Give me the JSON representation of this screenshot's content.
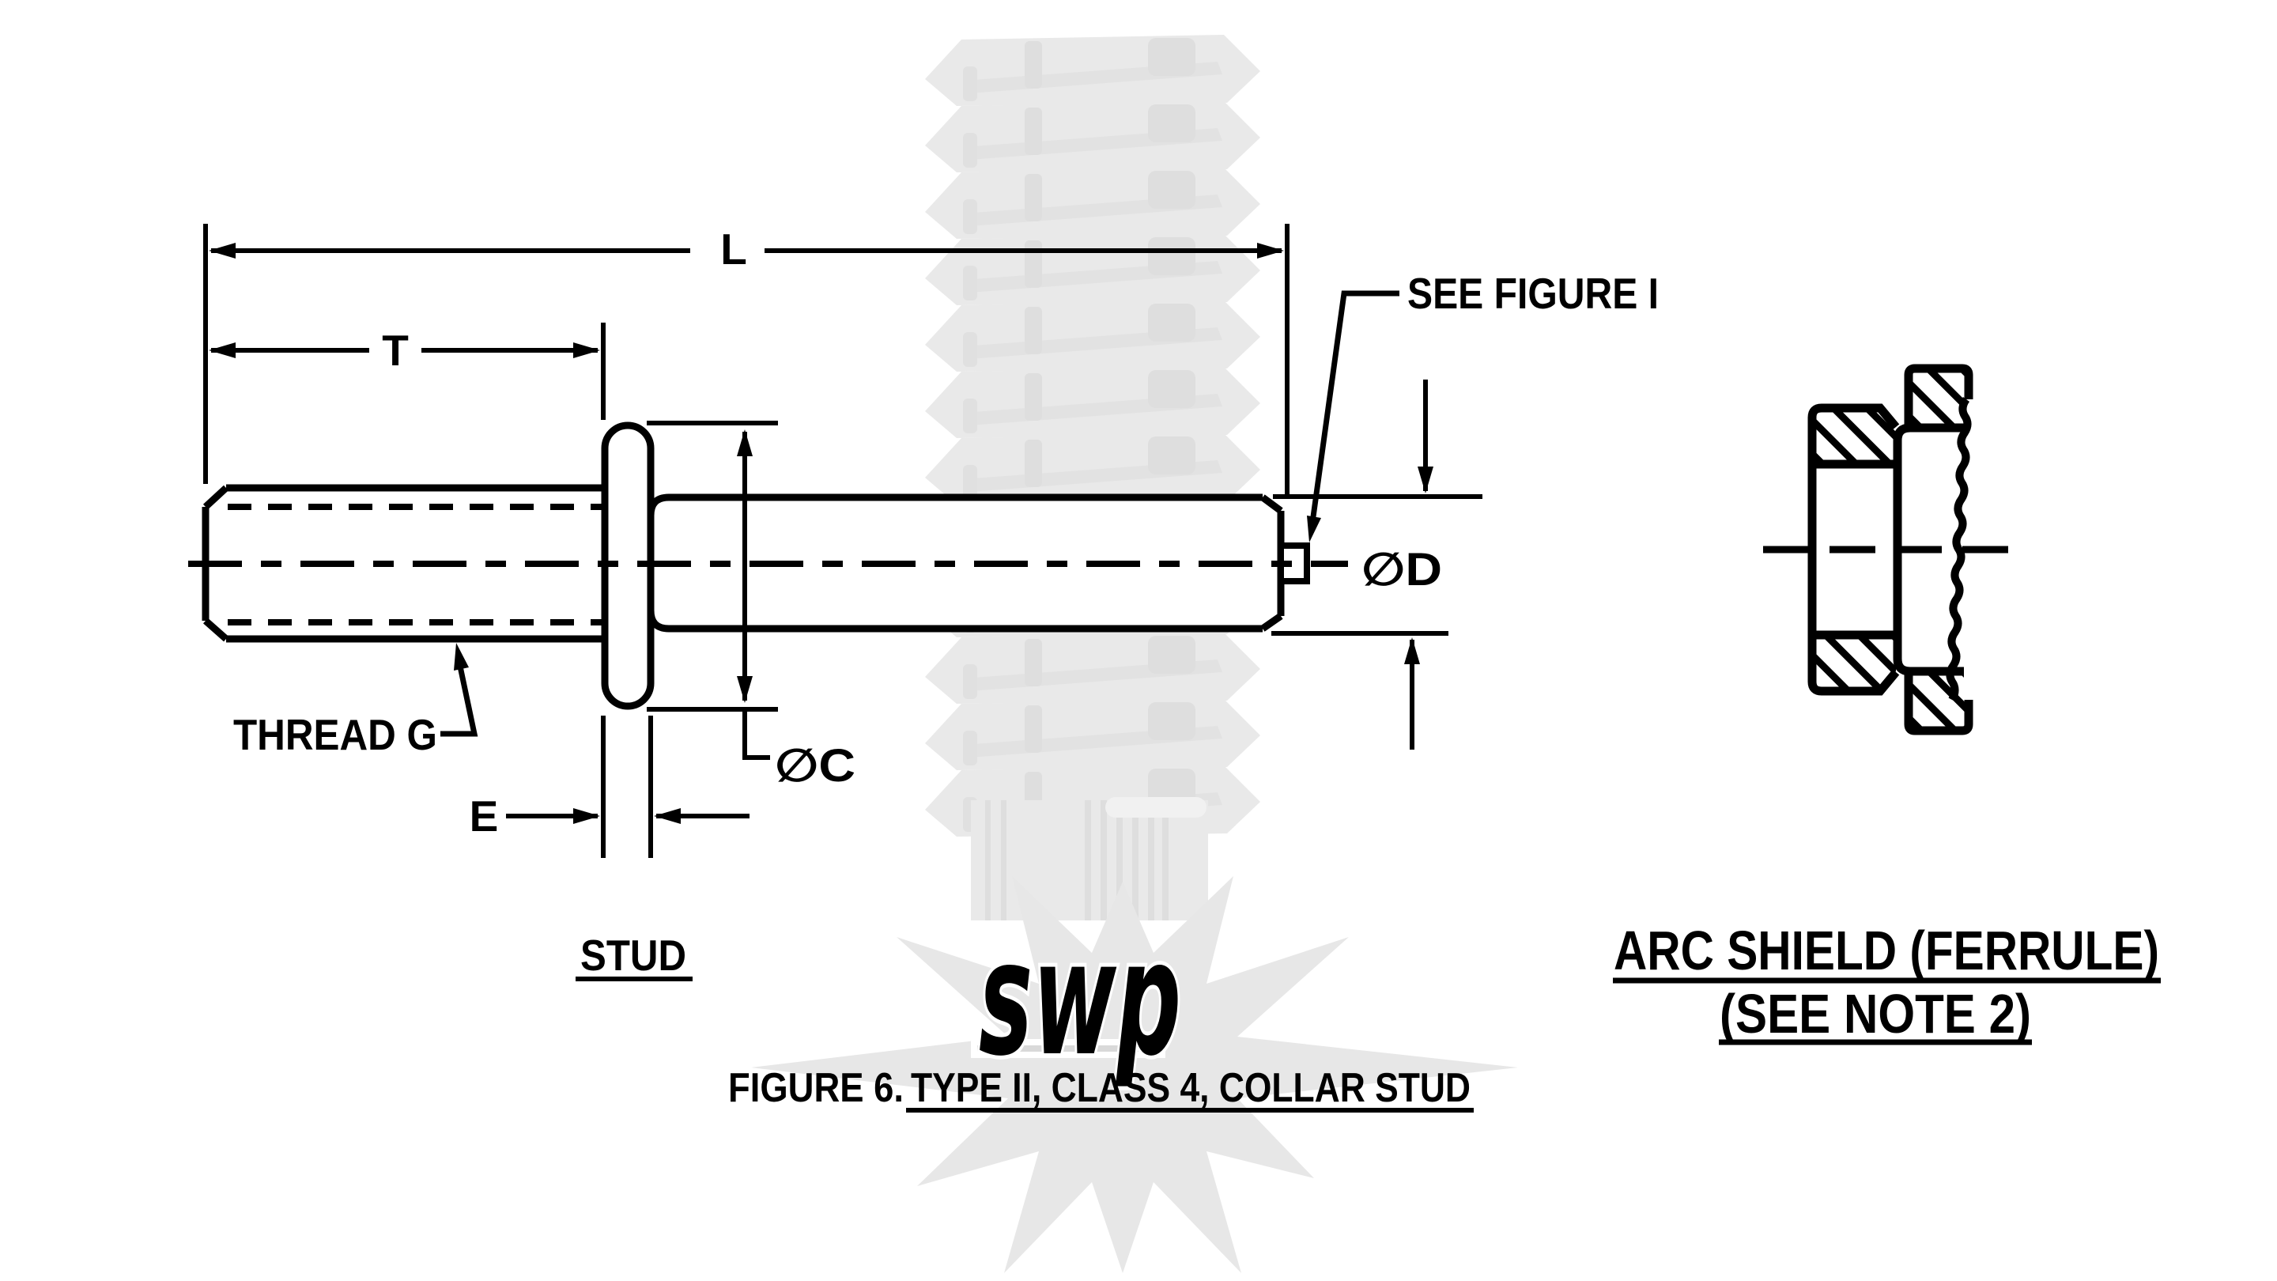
{
  "drawing": {
    "dimension_labels": {
      "overall_length": "L",
      "thread_length": "T",
      "collar_thickness": "E",
      "thread_spec": "THREAD G",
      "collar_diameter": "∅C",
      "body_diameter": "∅D"
    },
    "callouts": {
      "tip": "SEE FIGURE I"
    },
    "view_labels": {
      "stud": "STUD",
      "arc_shield_line1": "ARC SHIELD (FERRULE)",
      "arc_shield_line2": "(SEE NOTE 2)"
    },
    "caption": {
      "prefix": "FIGURE 6.",
      "title": "TYPE II, CLASS 4, COLLAR STUD"
    },
    "watermark": {
      "logo_text": "swp"
    },
    "colors": {
      "ink": "#000000",
      "paper": "#ffffff",
      "watermark_fill": "#e9e9e9",
      "watermark_detail": "#dedede",
      "watermark_star": "#e7e7e7",
      "watermark_logo": "#d9d9d9"
    }
  }
}
